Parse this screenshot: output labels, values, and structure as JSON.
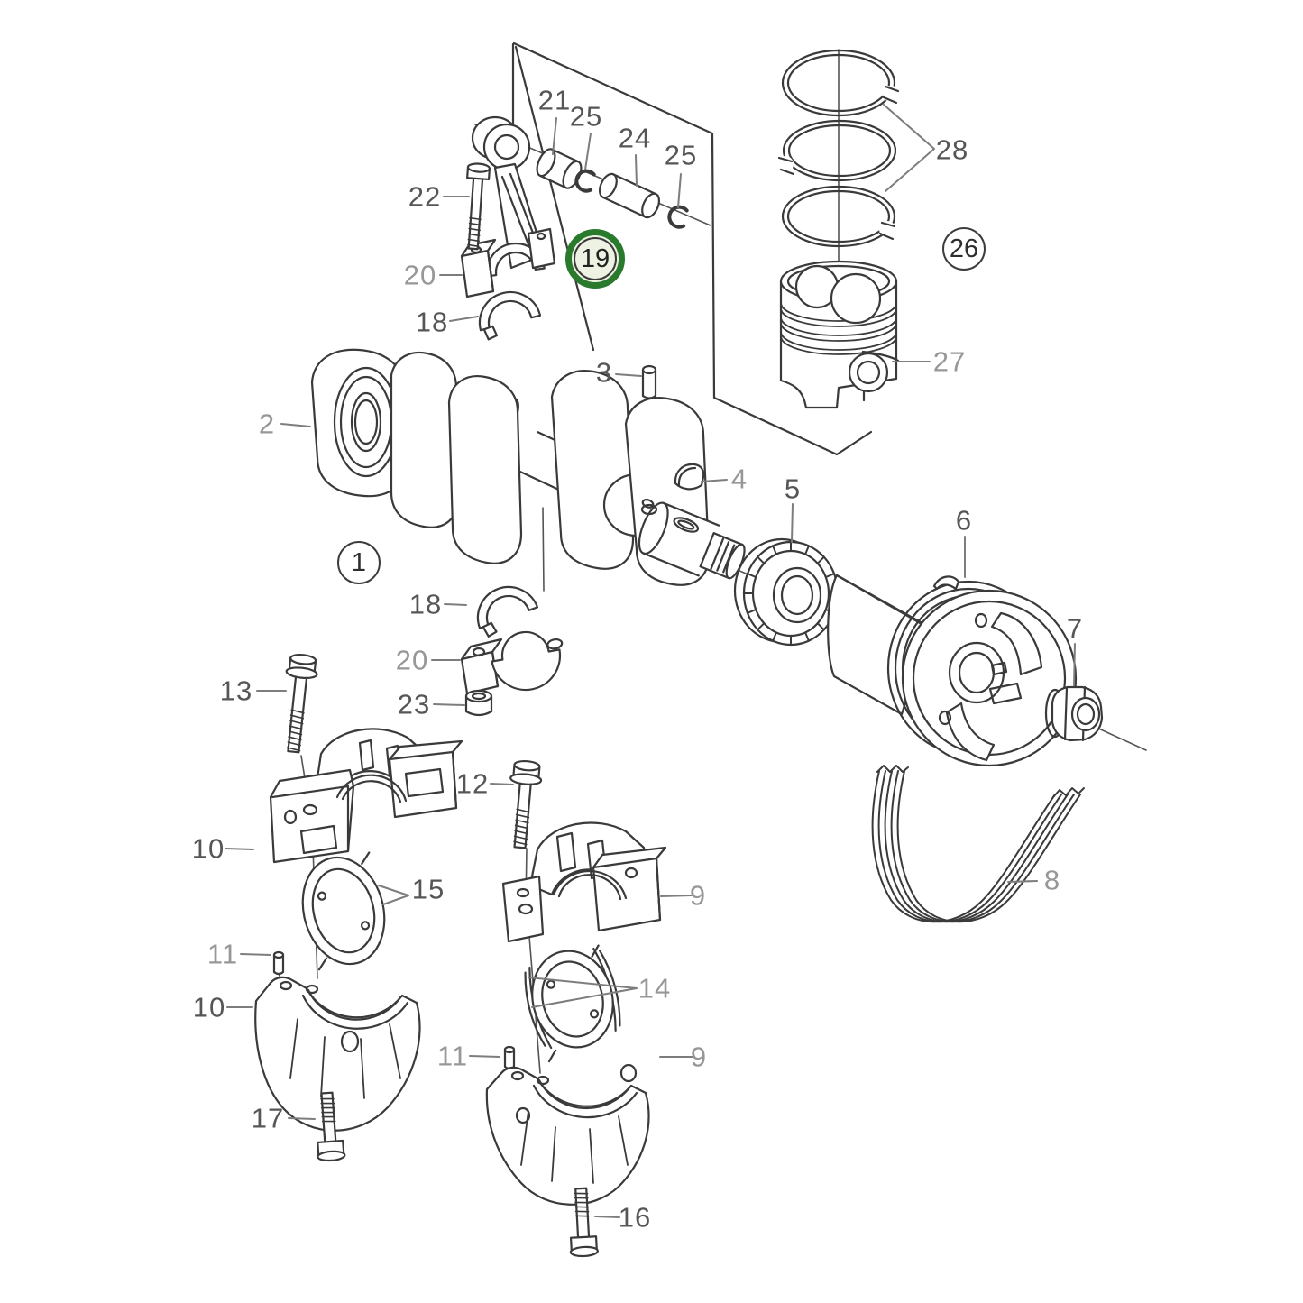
{
  "figure": {
    "background": "#ffffff",
    "line_color": "#3a3a3a",
    "label_color": "#565656",
    "muted_label_color": "#97979a",
    "highlight": {
      "text": "19",
      "ring_color": "#2a7a2e",
      "fill_color": "#edf2e3"
    },
    "circled": [
      {
        "text": "1"
      },
      {
        "text": "26"
      }
    ],
    "callouts": [
      {
        "text": "21",
        "muted": false
      },
      {
        "text": "25",
        "muted": false
      },
      {
        "text": "24",
        "muted": false
      },
      {
        "text": "25",
        "muted": false
      },
      {
        "text": "22",
        "muted": false
      },
      {
        "text": "20",
        "muted": true
      },
      {
        "text": "18",
        "muted": false
      },
      {
        "text": "2",
        "muted": true
      },
      {
        "text": "3",
        "muted": false
      },
      {
        "text": "28",
        "muted": false
      },
      {
        "text": "27",
        "muted": true
      },
      {
        "text": "18",
        "muted": false
      },
      {
        "text": "20",
        "muted": true
      },
      {
        "text": "23",
        "muted": false
      },
      {
        "text": "4",
        "muted": true
      },
      {
        "text": "5",
        "muted": false
      },
      {
        "text": "6",
        "muted": false
      },
      {
        "text": "7",
        "muted": false
      },
      {
        "text": "8",
        "muted": true
      },
      {
        "text": "13",
        "muted": false
      },
      {
        "text": "10",
        "muted": false
      },
      {
        "text": "15",
        "muted": false
      },
      {
        "text": "11",
        "muted": true
      },
      {
        "text": "10",
        "muted": false
      },
      {
        "text": "17",
        "muted": false
      },
      {
        "text": "12",
        "muted": false
      },
      {
        "text": "9",
        "muted": true
      },
      {
        "text": "14",
        "muted": true
      },
      {
        "text": "11",
        "muted": true
      },
      {
        "text": "9",
        "muted": true
      },
      {
        "text": "16",
        "muted": false
      }
    ]
  }
}
